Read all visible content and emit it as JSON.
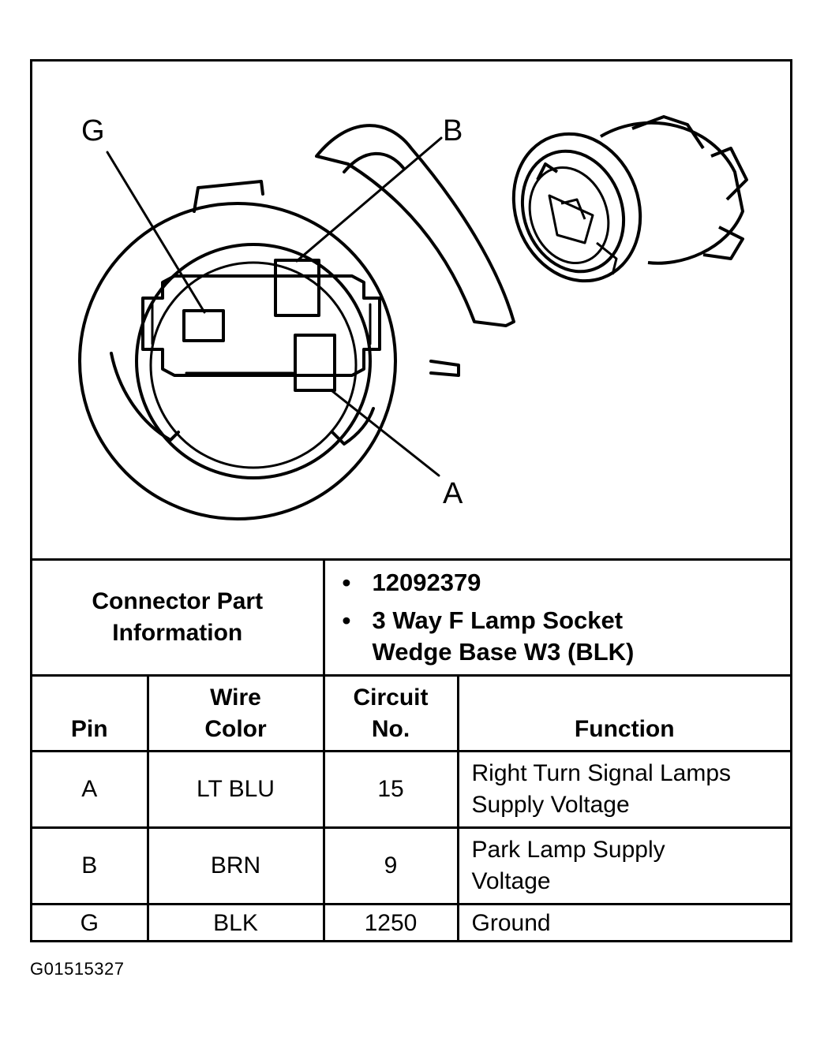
{
  "diagram": {
    "pin_labels": [
      "G",
      "B",
      "A"
    ]
  },
  "connector": {
    "part_info_heading": "Connector Part Information",
    "part_info_lines": [
      "12092379",
      "3 Way F Lamp Socket Wedge Base W3 (BLK)"
    ]
  },
  "table": {
    "headers": [
      "Pin",
      "Wire Color",
      "Circuit No.",
      "Function"
    ],
    "rows": [
      {
        "pin": "A",
        "wire_color": "LT BLU",
        "circuit": "15",
        "function": "Right Turn Signal Lamps Supply Voltage"
      },
      {
        "pin": "B",
        "wire_color": "BRN",
        "circuit": "9",
        "function": "Park Lamp Supply Voltage"
      },
      {
        "pin": "G",
        "wire_color": "BLK",
        "circuit": "1250",
        "function": "Ground"
      }
    ]
  },
  "figure_id": "G01515327"
}
